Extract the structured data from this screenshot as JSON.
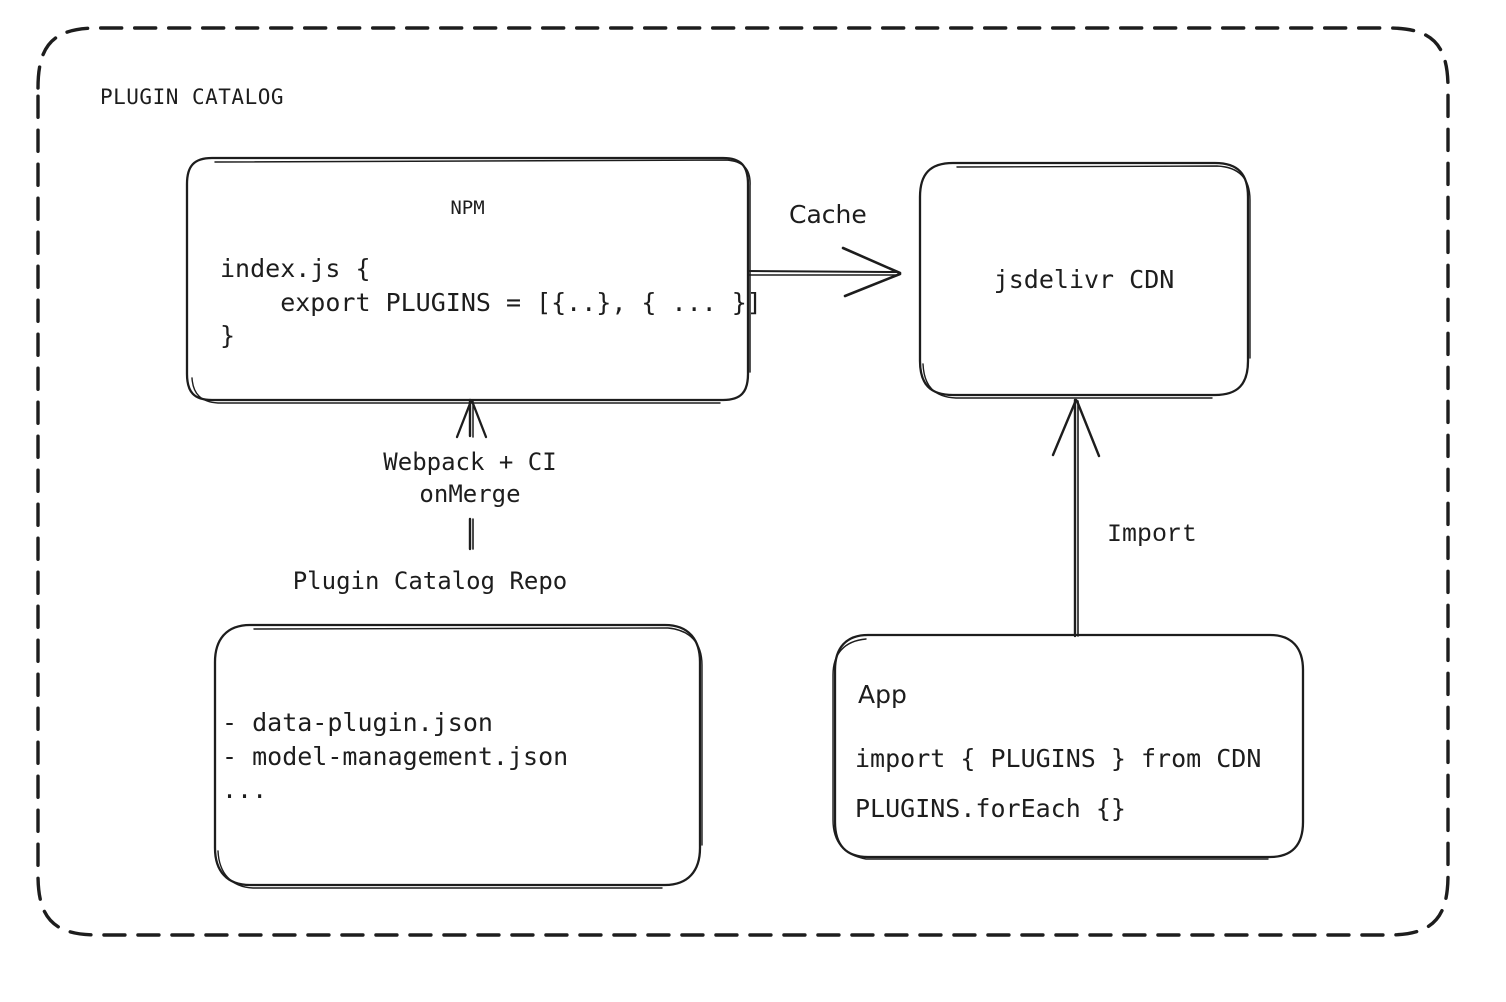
{
  "diagram": {
    "group_title": "PLUGIN CATALOG",
    "background_color": "#ffffff",
    "stroke_color": "#1d1d1d",
    "text_color": "#1d1d1d"
  },
  "nodes": {
    "npm": {
      "title": "NPM",
      "code": "index.js {\n    export PLUGINS = [{..}, { ... }]\n}"
    },
    "cdn": {
      "title": "jsdelivr CDN"
    },
    "repo": {
      "label": "Plugin Catalog Repo",
      "code": "- data-plugin.json\n- model-management.json\n..."
    },
    "app": {
      "title": "App",
      "code": "import { PLUGINS } from CDN\nPLUGINS.forEach {}"
    }
  },
  "edges": {
    "cache": {
      "label": "Cache"
    },
    "build": {
      "label": "Webpack + CI\nonMerge"
    },
    "import": {
      "label": "Import"
    }
  }
}
